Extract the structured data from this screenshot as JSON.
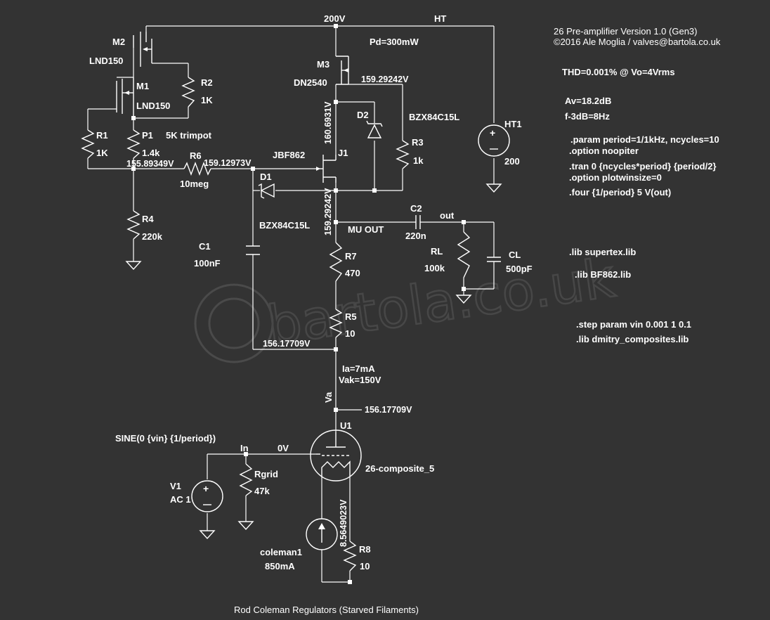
{
  "header": {
    "title_line1": "26 Pre-amplifier Version 1.0 (Gen3)",
    "title_line2": "©2016 Ale Moglia / valves@bartola.co.uk"
  },
  "notes": {
    "thd": "THD=0.001% @ Vo=4Vrms",
    "av": "Av=18.2dB",
    "f3db": "f-3dB=8Hz",
    "footer": "Rod Coleman Regulators (Starved Filaments)",
    "trimpot": "5K trimpot",
    "pd": "Pd=300mW",
    "ia": "Ia=7mA",
    "vak": "Vak=150V"
  },
  "directives": [
    ".param period=1/1kHz, ncycles=10",
    ".option noopiter",
    ".tran 0 {ncycles*period} {period/2}",
    ".option plotwinsize=0",
    ".four {1/period} 5 V(out)",
    ".lib supertex.lib",
    ".lib BF862.lib",
    ".step param vin 0.001 1 0.1",
    ".lib dmitry_composites.lib"
  ],
  "nets": {
    "v200": "200V",
    "ht": "HT",
    "mu_out": "MU OUT",
    "out": "out",
    "in": "In",
    "va": "Va",
    "zero": "0V"
  },
  "components": {
    "m2": {
      "name": "M2",
      "value": "LND150"
    },
    "m1": {
      "name": "M1",
      "value": "LND150"
    },
    "m3": {
      "name": "M3",
      "value": "DN2540"
    },
    "j1": {
      "name": "J1",
      "value": "JBF862"
    },
    "r1": {
      "name": "R1",
      "value": "1K"
    },
    "r2": {
      "name": "R2",
      "value": "1K"
    },
    "r3": {
      "name": "R3",
      "value": "1k"
    },
    "r4": {
      "name": "R4",
      "value": "220k"
    },
    "r5": {
      "name": "R5",
      "value": "10"
    },
    "r6": {
      "name": "R6",
      "value": "10meg"
    },
    "r7": {
      "name": "R7",
      "value": "470"
    },
    "r8": {
      "name": "R8",
      "value": "10"
    },
    "rl": {
      "name": "RL",
      "value": "100k"
    },
    "rgrid": {
      "name": "Rgrid",
      "value": "47k"
    },
    "p1": {
      "name": "P1",
      "value": "1.4k"
    },
    "c1": {
      "name": "C1",
      "value": "100nF"
    },
    "c2": {
      "name": "C2",
      "value": "220n"
    },
    "cl": {
      "name": "CL",
      "value": "500pF"
    },
    "d1": {
      "name": "D1",
      "value": "BZX84C15L"
    },
    "d2": {
      "name": "D2",
      "value": "BZX84C15L"
    },
    "ht1": {
      "name": "HT1",
      "value": "200"
    },
    "v1": {
      "name": "V1",
      "value": "AC 1",
      "source": "SINE(0 {vin} {1/period})"
    },
    "u1": {
      "name": "U1",
      "value": "26-composite_5"
    },
    "coleman": {
      "name": "coleman1",
      "value": "850mA"
    }
  },
  "voltages": {
    "m3_source": "159.29242V",
    "j1_drain": "160.6931V",
    "j1_source": "159.29242V",
    "p1_node": "155.89349V",
    "r6_node": "159.12973V",
    "r5_bottom": "156.17709V",
    "plate": "156.17709V",
    "filament": "8.5649023V"
  },
  "watermark": {
    "text": "bartola.co.uk"
  }
}
